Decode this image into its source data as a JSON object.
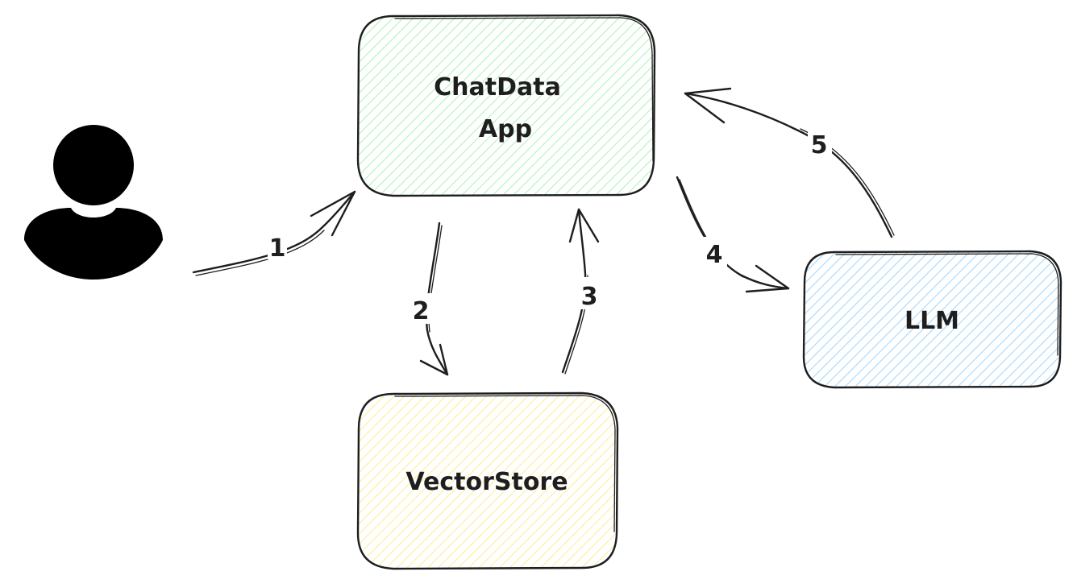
{
  "diagram": {
    "nodes": [
      {
        "id": "chatdata",
        "lines": [
          "ChatData",
          "App"
        ],
        "color": "#b2f2bb"
      },
      {
        "id": "vectorstore",
        "lines": [
          "VectorStore"
        ],
        "color": "#ffec99"
      },
      {
        "id": "llm",
        "lines": [
          "LLM"
        ],
        "color": "#a5d8ff"
      }
    ],
    "actor": {
      "icon": "user-icon"
    },
    "edges": [
      {
        "from": "user",
        "to": "chatdata",
        "label": "1"
      },
      {
        "from": "chatdata",
        "to": "vectorstore",
        "label": "2"
      },
      {
        "from": "vectorstore",
        "to": "chatdata",
        "label": "3"
      },
      {
        "from": "chatdata",
        "to": "llm",
        "label": "4"
      },
      {
        "from": "llm",
        "to": "chatdata",
        "label": "5"
      }
    ]
  }
}
